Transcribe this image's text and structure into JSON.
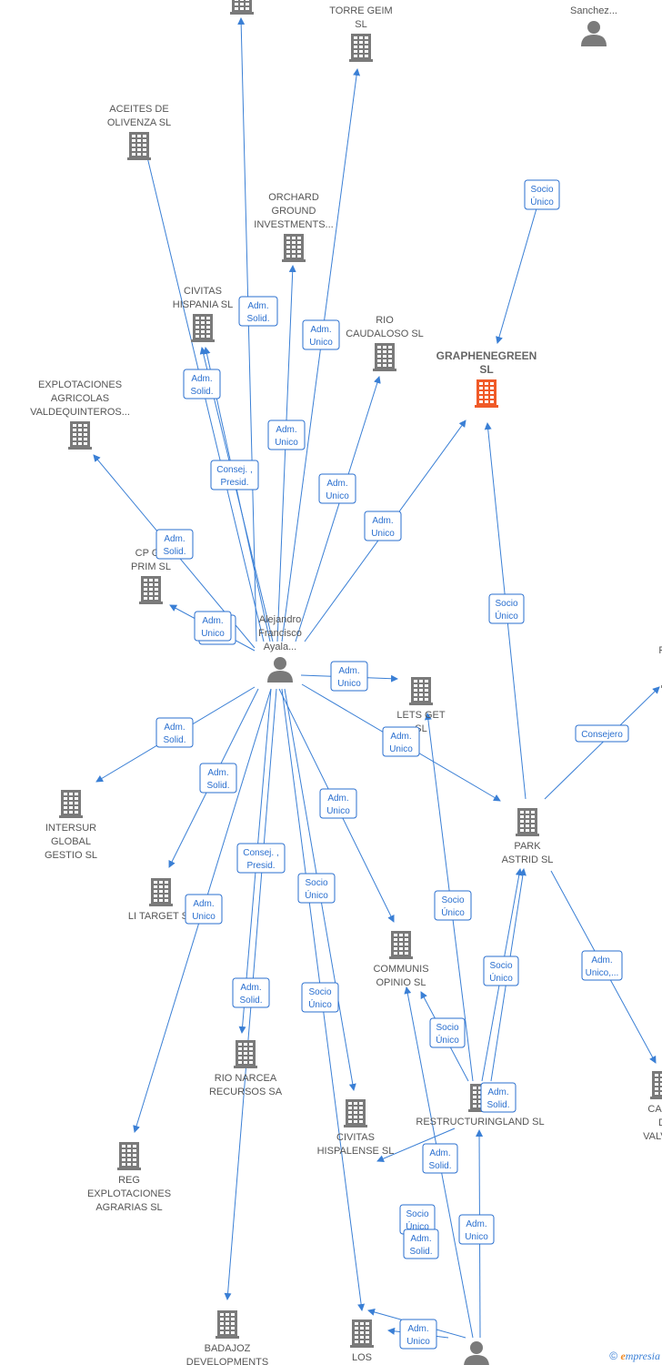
{
  "colors": {
    "edge": "#3a7fd5",
    "company": "#7a7a7a",
    "main_company": "#f05a28",
    "person": "#7a7a7a"
  },
  "nodes": [
    {
      "id": "top-left",
      "kind": "company",
      "lines": []
    },
    {
      "id": "torre-geim",
      "kind": "company",
      "lines": [
        "TORRE GEIM",
        "SL"
      ]
    },
    {
      "id": "sanchez",
      "kind": "person",
      "lines": [
        "Sanchez..."
      ]
    },
    {
      "id": "aceites",
      "kind": "company",
      "lines": [
        "ACEITES DE",
        "OLIVENZA  SL"
      ]
    },
    {
      "id": "orchard",
      "kind": "company",
      "lines": [
        "ORCHARD",
        "GROUND",
        "INVESTMENTS..."
      ]
    },
    {
      "id": "civitas-hispania",
      "kind": "company",
      "lines": [
        "CIVITAS",
        "HISPANIA  SL"
      ]
    },
    {
      "id": "rio-caudaloso",
      "kind": "company",
      "lines": [
        "RIO",
        "CAUDALOSO  SL"
      ]
    },
    {
      "id": "graphenegreen",
      "kind": "main",
      "lines": [
        "GRAPHENEGREEN",
        "SL"
      ]
    },
    {
      "id": "explotaciones",
      "kind": "company",
      "lines": [
        "EXPLOTACIONES",
        "AGRICOLAS",
        "VALDEQUINTEROS..."
      ]
    },
    {
      "id": "cp-gr-prim",
      "kind": "company",
      "lines": [
        "CP GR",
        "PRIM  SL"
      ]
    },
    {
      "id": "alejandro",
      "kind": "person",
      "lines": [
        "Alejandro",
        "Francisco",
        "Ayala..."
      ]
    },
    {
      "id": "lets-get",
      "kind": "company",
      "lines": [
        "LETS GET",
        "SL"
      ]
    },
    {
      "id": "ferm",
      "kind": "company",
      "lines": [
        "FERM"
      ]
    },
    {
      "id": "intersur",
      "kind": "company",
      "lines": [
        "INTERSUR",
        "GLOBAL",
        "GESTIO SL"
      ]
    },
    {
      "id": "park-astrid",
      "kind": "company",
      "lines": [
        "PARK",
        "ASTRID  SL"
      ]
    },
    {
      "id": "li-target",
      "kind": "company",
      "lines": [
        "LI TARGET  SL"
      ]
    },
    {
      "id": "communis",
      "kind": "company",
      "lines": [
        "COMMUNIS",
        "OPINIO  SL"
      ]
    },
    {
      "id": "rio-narcea",
      "kind": "company",
      "lines": [
        "RIO NARCEA",
        "RECURSOS SA"
      ]
    },
    {
      "id": "restructuringland",
      "kind": "company",
      "lines": [
        "RESTRUCTURINGLAND SL"
      ]
    },
    {
      "id": "carr",
      "kind": "company",
      "lines": [
        "CARR",
        "D",
        "VALVER"
      ]
    },
    {
      "id": "civitas-hispalense",
      "kind": "company",
      "lines": [
        "CIVITAS",
        "HISPALENSE  SL"
      ]
    },
    {
      "id": "reg",
      "kind": "company",
      "lines": [
        "REG",
        "EXPLOTACIONES",
        "AGRARIAS  SL"
      ]
    },
    {
      "id": "badajoz",
      "kind": "company",
      "lines": [
        "BADAJOZ",
        "DEVELOPMENTS"
      ]
    },
    {
      "id": "los",
      "kind": "company",
      "lines": [
        "LOS"
      ]
    },
    {
      "id": "bottom-person",
      "kind": "person",
      "lines": []
    }
  ],
  "edge_labels": [
    [
      "Adm.",
      "Solid."
    ],
    [
      "Adm.",
      "Solid."
    ],
    [
      "Adm.",
      "Solid."
    ],
    [
      "Adm.",
      "Unico"
    ],
    [
      "Consej. ,",
      "Presid."
    ],
    [
      "Adm.",
      "Unico"
    ],
    [
      "Adm.",
      "Unico"
    ],
    [
      "Adm.",
      "Unico"
    ],
    [
      "Adm.",
      "Solid."
    ],
    [
      "Socio",
      "Único"
    ],
    [
      "Socio",
      "Único"
    ],
    [
      "Adm.",
      "Unico"
    ],
    [
      "Adm.",
      "Unico"
    ],
    [
      "Consejero"
    ],
    [
      "Adm.",
      "Solid."
    ],
    [
      "Adm.",
      "Solid."
    ],
    [
      "Adm.",
      "Unico"
    ],
    [
      "Consej. ,",
      "Presid."
    ],
    [
      "Adm.",
      "Unico"
    ],
    [
      "Adm.",
      "Unico"
    ],
    [
      "Socio",
      "Único"
    ],
    [
      "Socio",
      "Único"
    ],
    [
      "Adm.",
      "Unico,..."
    ],
    [
      "Adm.",
      "Solid."
    ],
    [
      "Socio",
      "Único"
    ],
    [
      "Socio",
      "Único"
    ],
    [
      "Socio",
      "Único"
    ],
    [
      "Adm.",
      "Solid."
    ],
    [
      "Adm.",
      "Solid."
    ],
    [
      "Socio",
      "Único"
    ],
    [
      "Adm.",
      "Solid."
    ],
    [
      "Adm.",
      "Unico"
    ],
    [
      "Adm.",
      "Unico"
    ]
  ],
  "footer": {
    "symbol": "©",
    "brand_initial": "e",
    "brand_rest": "mpresia"
  }
}
